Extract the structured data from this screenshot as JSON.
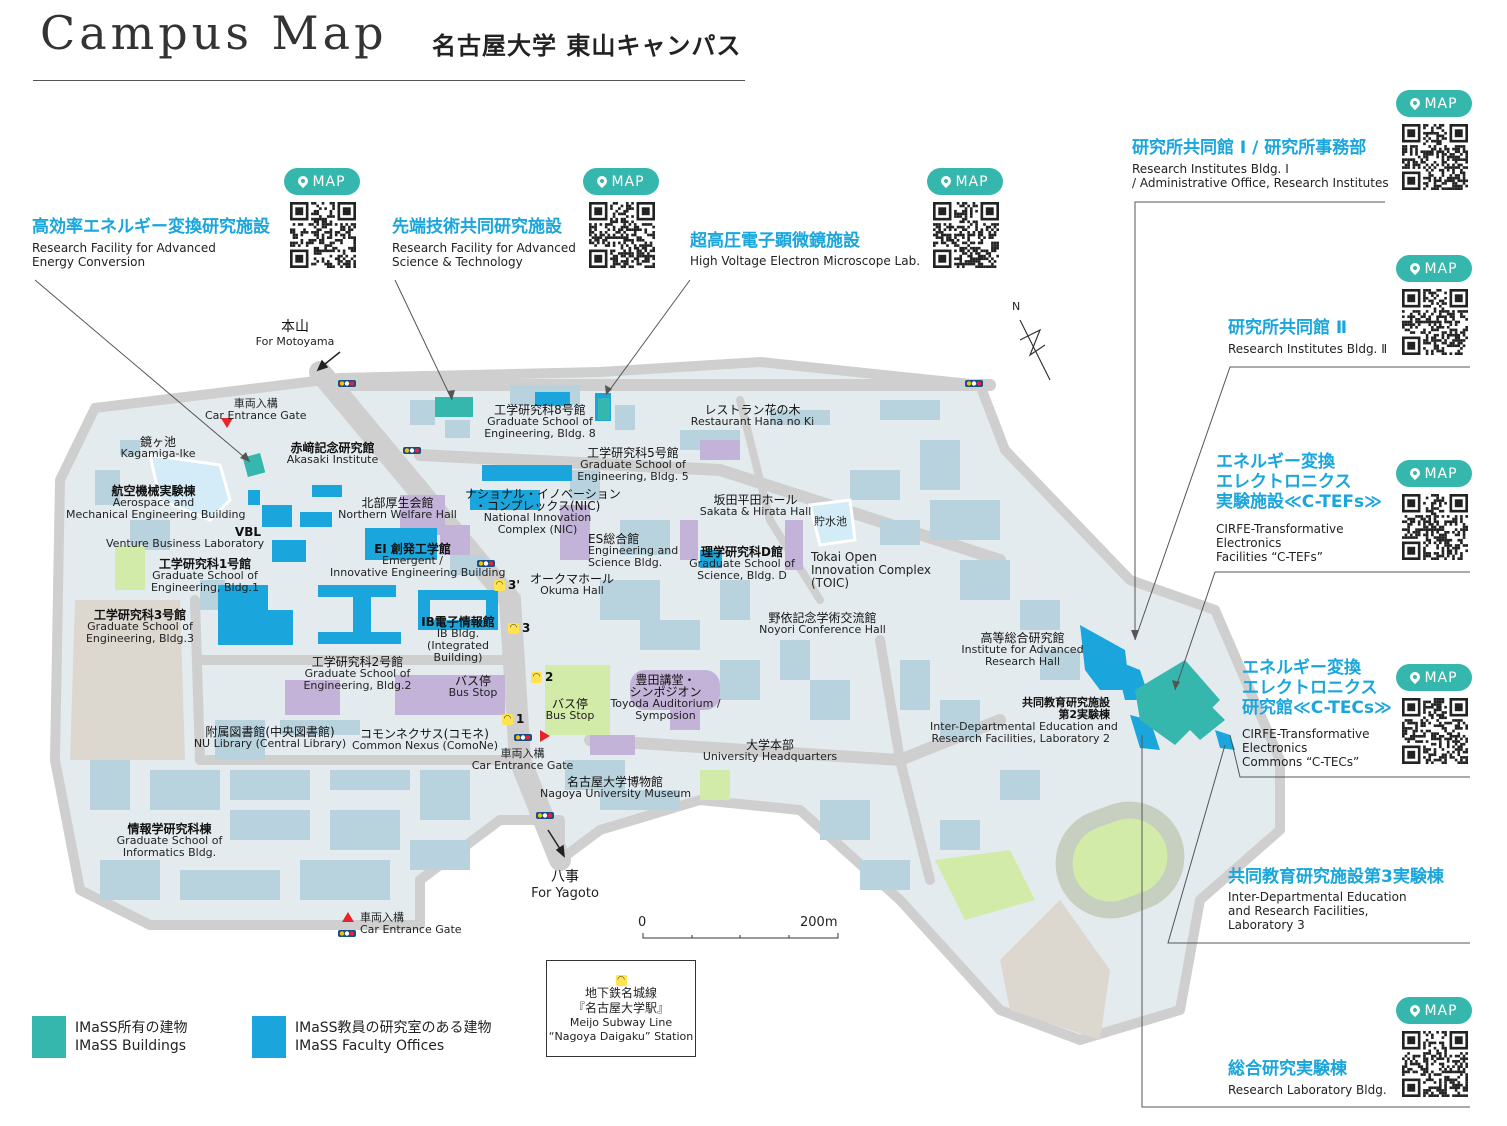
{
  "header": {
    "title_en": "Campus Map",
    "title_jp": "名古屋大学 東山キャンパス"
  },
  "map_button_label": "MAP",
  "colors": {
    "imass_buildings": "#36b7ad",
    "imass_faculty": "#1aa6dc",
    "campus": "#e4ebee",
    "building": "#b8d3de",
    "purple": "#c3b3d8",
    "green": "#d3eba9",
    "road": "#cfcfcf"
  },
  "top_cards": [
    {
      "jp": "高効率エネルギー変換研究施設",
      "en": "Research Facility for Advanced\nEnergy Conversion"
    },
    {
      "jp": "先端技術共同研究施設",
      "en": "Research Facility for Advanced\nScience & Technology"
    },
    {
      "jp": "超高圧電子顕微鏡施設",
      "en": "High Voltage Electron Microscope Lab."
    }
  ],
  "right_cards": [
    {
      "jp": "研究所共同館 Ⅰ / 研究所事務部",
      "en": "Research Institutes Bldg. Ⅰ\n/ Administrative Office, Research Institutes",
      "map": true
    },
    {
      "jp": "研究所共同館 Ⅱ",
      "en": "Research Institutes Bldg. Ⅱ",
      "map": true
    },
    {
      "jp": "エネルギー変換\nエレクトロニクス\n実験施設≪C-TEFs≫",
      "en": "CIRFE-Transformative\nElectronics\nFacilities “C-TEFs”",
      "map": true
    },
    {
      "jp": "エネルギー変換\nエレクトロニクス\n研究館≪C-TECs≫",
      "en": "CIRFE-Transformative\nElectronics\nCommons “C-TECs”",
      "map": true
    },
    {
      "jp": "共同教育研究施設第3実験棟",
      "en": "Inter-Departmental Education\nand Research Facilities,\nLaboratory 3",
      "map": false
    },
    {
      "jp": "総合研究実験棟",
      "en": "Research Laboratory Bldg.",
      "map": true
    }
  ],
  "labels": {
    "motoyama_jp": "本山",
    "motoyama_en": "For Motoyama",
    "yagoto_jp": "八事",
    "yagoto_en": "For Yagoto",
    "gate1_jp": "車両入構",
    "gate1_en": "Car Entrance Gate",
    "gate2_jp": "車両入構",
    "gate2_en": "Car Entrance Gate",
    "gate3_jp": "車両入構",
    "gate3_en": "Car Entrance Gate",
    "kagamiga_jp": "鏡ヶ池",
    "kagamiga_en": "Kagamiga-Ike",
    "akasaki_jp": "赤﨑記念研究館",
    "akasaki_en": "Akasaki Institute",
    "aero_jp": "航空機械実験棟",
    "aero_en": "Aerospace and\nMechanical Engineering Building",
    "vbl_jp": "VBL",
    "vbl_en": "Venture Business Laboratory",
    "north_jp": "北部厚生会館",
    "north_en": "Northern Welfare Hall",
    "eng1_jp": "工学研究科1号館",
    "eng1_en": "Graduate School of\nEngineering, Bldg.1",
    "eng3_jp": "工学研究科3号館",
    "eng3_en": "Graduate School of\nEngineering, Bldg.3",
    "eng2_jp": "工学研究科2号館",
    "eng2_en": "Graduate School of\nEngineering, Bldg.2",
    "eng8_jp": "工学研究科8号館",
    "eng8_en": "Graduate School of\nEngineering, Bldg. 8",
    "eng5_jp": "工学研究科5号館",
    "eng5_en": "Graduate School of\nEngineering, Bldg. 5",
    "nic_jp": "ナショナル・イノベーション\n・コンプレックス(NIC)",
    "nic_en": "National Innovation\nComplex (NIC)",
    "ei_jp": "EI 創発工学館",
    "ei_en": "Emergent /\nInnovative Engineering Building",
    "es_jp": "ES総合館",
    "es_en": "Engineering and\nScience Bldg.",
    "okuma_jp": "オークマホール",
    "okuma_en": "Okuma Hall",
    "ib_jp": "IB電子情報館",
    "ib_en": "IB Bldg.\n(Integrated\nBuilding)",
    "hananoki_jp": "レストラン花の木",
    "hananoki_en": "Restaurant Hana no Ki",
    "sakata_jp": "坂田平田ホール",
    "sakata_en": "Sakata & Hirata Hall",
    "scid_jp": "理学研究科D館",
    "scid_en": "Graduate School of\nScience, Bldg. D",
    "tank_jp": "貯水池",
    "toic_en": "Tokai Open\nInnovation Complex\n(TOIC)",
    "noyori_jp": "野依記念学術交流館",
    "noyori_en": "Noyori Conference Hall",
    "iar_jp": "高等総合研究館",
    "iar_en": "Institute for Advanced\nResearch Hall",
    "lab2_jp": "共同教育研究施設\n第2実験棟",
    "lab2_en": "Inter-Departmental Education and\nResearch Facilities, Laboratory 2",
    "bus1_jp": "バス停",
    "bus1_en": "Bus Stop",
    "bus2_jp": "バス停",
    "bus2_en": "Bus Stop",
    "toyoda_jp": "豊田講堂・\nシンポジオン",
    "toyoda_en": "Toyoda Auditorium /\nSymposion",
    "library_jp": "附属図書館(中央図書館)",
    "library_en": "NU Library (Central Library)",
    "nexus_jp": "コモンネクサス(コモネ)",
    "nexus_en": "Common Nexus (ComoNe)",
    "hq_jp": "大学本部",
    "hq_en": "University Headquarters",
    "museum_jp": "名古屋大学博物館",
    "museum_en": "Nagoya University Museum",
    "info_jp": "情報学研究科棟",
    "info_en": "Graduate School of\nInformatics Bldg.",
    "north_arrow": "N"
  },
  "stations": [
    "1",
    "2",
    "3",
    "3'"
  ],
  "scale": {
    "zero": "0",
    "max": "200m"
  },
  "subway_box": {
    "jp1": "地下鉄名城線",
    "jp2": "『名古屋大学駅』",
    "en1": "Meijo Subway Line",
    "en2": "“Nagoya Daigaku” Station"
  },
  "legend": [
    {
      "jp": "IMaSS所有の建物",
      "en": "IMaSS Buildings"
    },
    {
      "jp": "IMaSS教員の研究室のある建物",
      "en": "IMaSS Faculty Offices"
    }
  ]
}
